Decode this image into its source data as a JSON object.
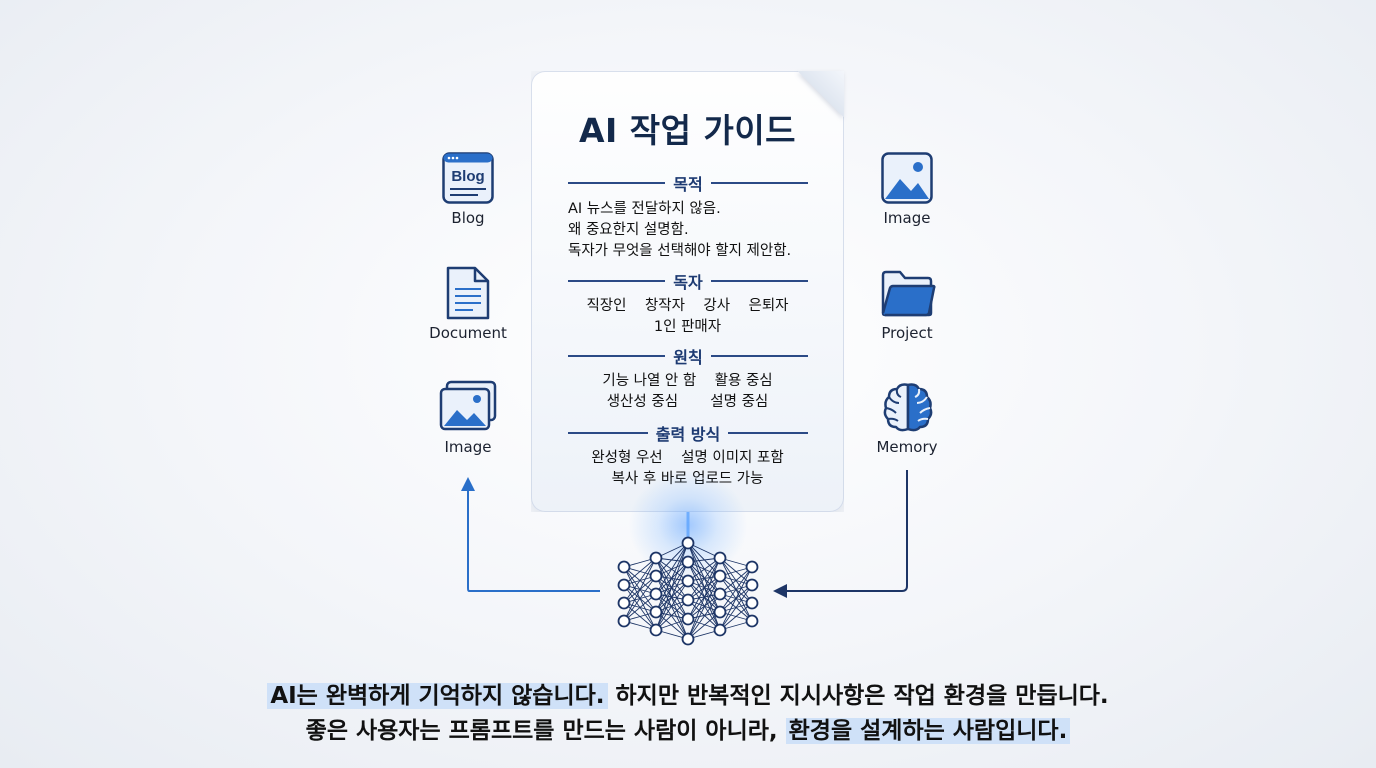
{
  "guide": {
    "title": "AI 작업 가이드",
    "sections": [
      {
        "heading": "목적",
        "lines": [
          "AI 뉴스를 전달하지 않음.",
          "왜 중요한지 설명함.",
          "독자가 무엇을 선택해야 할지 제안함."
        ]
      },
      {
        "heading": "독자",
        "lines": [
          "직장인    창작자    강사    은퇴자",
          "1인 판매자"
        ]
      },
      {
        "heading": "원칙",
        "lines": [
          "기능 나열 안 함    활용 중심",
          "생산성 중심       설명 중심"
        ]
      },
      {
        "heading": "출력 방식",
        "lines": [
          "완성형 우선    설명 이미지 포함",
          "복사 후 바로 업로드 가능"
        ]
      }
    ]
  },
  "left_icons": [
    {
      "name": "blog",
      "label": "Blog",
      "glyph_text": "Blog"
    },
    {
      "name": "document",
      "label": "Document"
    },
    {
      "name": "image",
      "label": "Image"
    }
  ],
  "right_icons": [
    {
      "name": "image",
      "label": "Image"
    },
    {
      "name": "project",
      "label": "Project"
    },
    {
      "name": "memory",
      "label": "Memory"
    }
  ],
  "caption": {
    "line1_highlight": "AI는 완벽하게 기억하지 않습니다.",
    "line1_rest": " 하지만 반복적인 지시사항은 작업 환경을 만듭니다.",
    "line2_rest": "좋은 사용자는 프롬프트를 만드는 사람이 아니라, ",
    "line2_highlight": "환경을 설계하는 사람입니다."
  },
  "colors": {
    "accent": "#2a6fc9",
    "navy": "#13294b",
    "highlight": "#cfe1f8"
  }
}
